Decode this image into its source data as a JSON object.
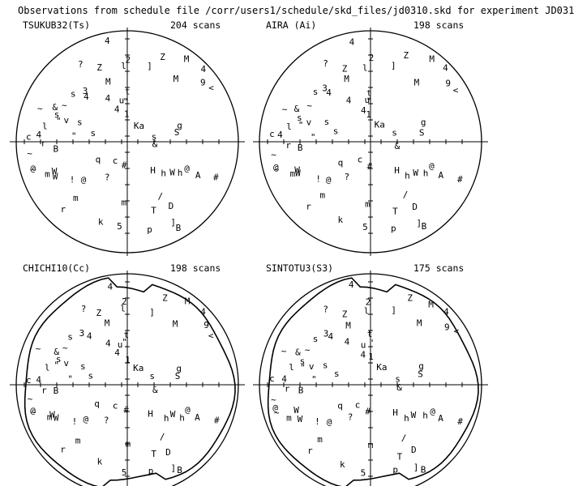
{
  "title": "Observations from schedule file /corr/users1/schedule/skd_files/jd0310.skd for experiment JD031",
  "colors": {
    "ink": "#000000",
    "background": "#ffffff"
  },
  "chart_data": [
    {
      "type": "scatter",
      "projection": "polar sky plot",
      "station": "TSUKUB32(Ts)",
      "scans_label": "204 scans",
      "mask": "none",
      "marks": [
        "4",
        "2",
        "Z",
        "l",
        "]",
        "M",
        "4",
        "9",
        "?",
        "Z",
        "3",
        "s",
        "4",
        "M",
        "t",
        "\"",
        "4",
        "u",
        "1",
        "4",
        "M",
        "<",
        "~",
        "&",
        "s",
        "~",
        "\"",
        "l",
        "s",
        "v",
        "Ka",
        "g",
        "c",
        "4",
        "r",
        "B",
        "\"",
        "s",
        "S",
        "s",
        "&",
        "q",
        "c",
        "~",
        "@",
        "W",
        "~",
        "m",
        "#",
        "@",
        "!",
        "W",
        "?",
        "H",
        "h",
        "W",
        "h",
        "@",
        "A",
        "#",
        "m",
        "r",
        "k",
        "5",
        "m",
        "/",
        "D",
        "]",
        "p",
        "B",
        "T"
      ]
    },
    {
      "type": "scatter",
      "projection": "polar sky plot",
      "station": "AIRA (Ai)",
      "scans_label": "198 scans",
      "mask": "none",
      "marks": [
        "4",
        "2",
        "Z",
        "l",
        "]",
        "M",
        "4",
        "9",
        "?",
        "Z",
        "3",
        "s",
        "4",
        "M",
        "t",
        "\"",
        "4",
        "u",
        "1",
        "4",
        "M",
        "<",
        "~",
        "&",
        "s",
        "~",
        "\"",
        "l",
        "s",
        "v",
        "Ka",
        "g",
        "c",
        "4",
        "r",
        "B",
        "\"",
        "s",
        "S",
        "s",
        "&",
        "q",
        "c",
        "~",
        "@",
        "W",
        "~",
        "m",
        "#",
        "@",
        "!",
        "W",
        "?",
        "H",
        "h",
        "W",
        "h",
        "@",
        "A",
        "#",
        "m",
        "r",
        "k",
        "5",
        "m",
        "/",
        "D",
        "]",
        "p",
        "B",
        "T"
      ]
    },
    {
      "type": "scatter",
      "projection": "polar sky plot",
      "station": "CHICHI10(Cc)",
      "scans_label": "198 scans",
      "mask": "horizon mask",
      "marks": [
        "4",
        "2",
        "Z",
        "l",
        "]",
        "M",
        "4",
        "9",
        "?",
        "Z",
        "3",
        "s",
        "4",
        "M",
        "t",
        "\"",
        "4",
        "u",
        "1",
        "4",
        "M",
        "<",
        "~",
        "&",
        "s",
        "~",
        "\"",
        "l",
        "s",
        "v",
        "Ka",
        "g",
        "c",
        "4",
        "r",
        "B",
        "\"",
        "s",
        "S",
        "s",
        "&",
        "q",
        "c",
        "~",
        "@",
        "W",
        "~",
        "m",
        "#",
        "@",
        "!",
        "W",
        "?",
        "H",
        "h",
        "W",
        "h",
        "@",
        "A",
        "#",
        "m",
        "r",
        "k",
        "5",
        "m",
        "/",
        "D",
        "]",
        "p",
        "B",
        "T"
      ]
    },
    {
      "type": "scatter",
      "projection": "polar sky plot",
      "station": "SINTOTU3(S3)",
      "scans_label": "175 scans",
      "mask": "horizon mask",
      "marks": [
        "4",
        "2",
        "Z",
        "l",
        "]",
        "M",
        "4",
        "9",
        "?",
        "Z",
        "3",
        "s",
        "4",
        "M",
        "t",
        "\"",
        "4",
        "u",
        "1",
        "4",
        "M",
        "<",
        "~",
        "&",
        "s",
        "~",
        "\"",
        "l",
        "s",
        "v",
        "Ka",
        "g",
        "c",
        "4",
        "r",
        "B",
        "\"",
        "s",
        "S",
        "s",
        "&",
        "q",
        "c",
        "~",
        "@",
        "W",
        "~",
        "m",
        "#",
        "@",
        "!",
        "W",
        "?",
        "H",
        "h",
        "W",
        "h",
        "@",
        "A",
        "#",
        "m",
        "r",
        "k",
        "5",
        "m",
        "/",
        "D",
        "]",
        "p",
        "B",
        "T"
      ]
    }
  ]
}
